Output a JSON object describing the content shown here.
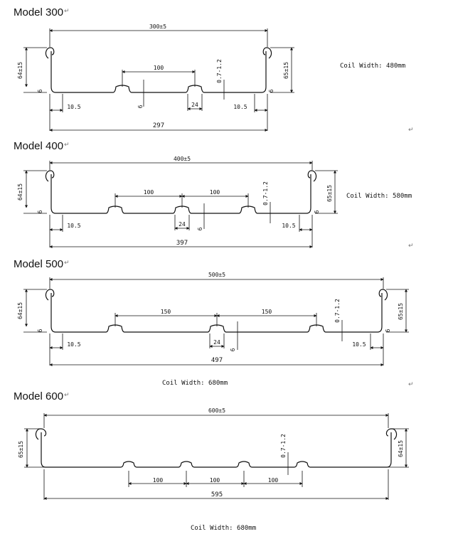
{
  "paragraph_mark": "↵",
  "models": [
    {
      "title": "Model 300",
      "coil_width": "Coil Width: 480mm",
      "labels": {
        "total": "300±5",
        "rib_spacing": "100",
        "rib_spacing_2": "",
        "left_height": "64±15",
        "right_height": "65±15",
        "left_foot": "6",
        "right_foot": "6",
        "edge_left": "10.5",
        "edge_right": "10.5",
        "rib_width": "24",
        "rib_height": "6",
        "thickness": "0.7-1.2",
        "bottom": "297"
      }
    },
    {
      "title": "Model 400",
      "coil_width": "Coil Width: 580mm",
      "labels": {
        "total": "400±5",
        "rib_spacing": "100",
        "rib_spacing_2": "100",
        "left_height": "64±15",
        "right_height": "65±15",
        "left_foot": "6",
        "right_foot": "6",
        "edge_left": "10.5",
        "edge_right": "10.5",
        "rib_width": "24",
        "rib_height": "6",
        "thickness": "0.7-1.2",
        "bottom": "397"
      }
    },
    {
      "title": "Model 500",
      "coil_width": "Coil Width: 680mm",
      "labels": {
        "total": "500±5",
        "rib_spacing": "150",
        "rib_spacing_2": "150",
        "left_height": "64±15",
        "right_height": "65±15",
        "left_foot": "6",
        "right_foot": "6",
        "edge_left": "10.5",
        "edge_right": "10.5",
        "rib_width": "24",
        "rib_height": "6",
        "thickness": "0.7-1.2",
        "bottom": "497"
      }
    },
    {
      "title": "Model 600",
      "coil_width": "Coil Width: 680mm",
      "labels": {
        "total": "600±5",
        "rib_spacing": "100",
        "rib_spacing_2": "100",
        "rib_spacing_3": "100",
        "left_height": "65±15",
        "right_height": "64±15",
        "thickness": "0.7-1.2",
        "bottom": "595"
      }
    }
  ]
}
